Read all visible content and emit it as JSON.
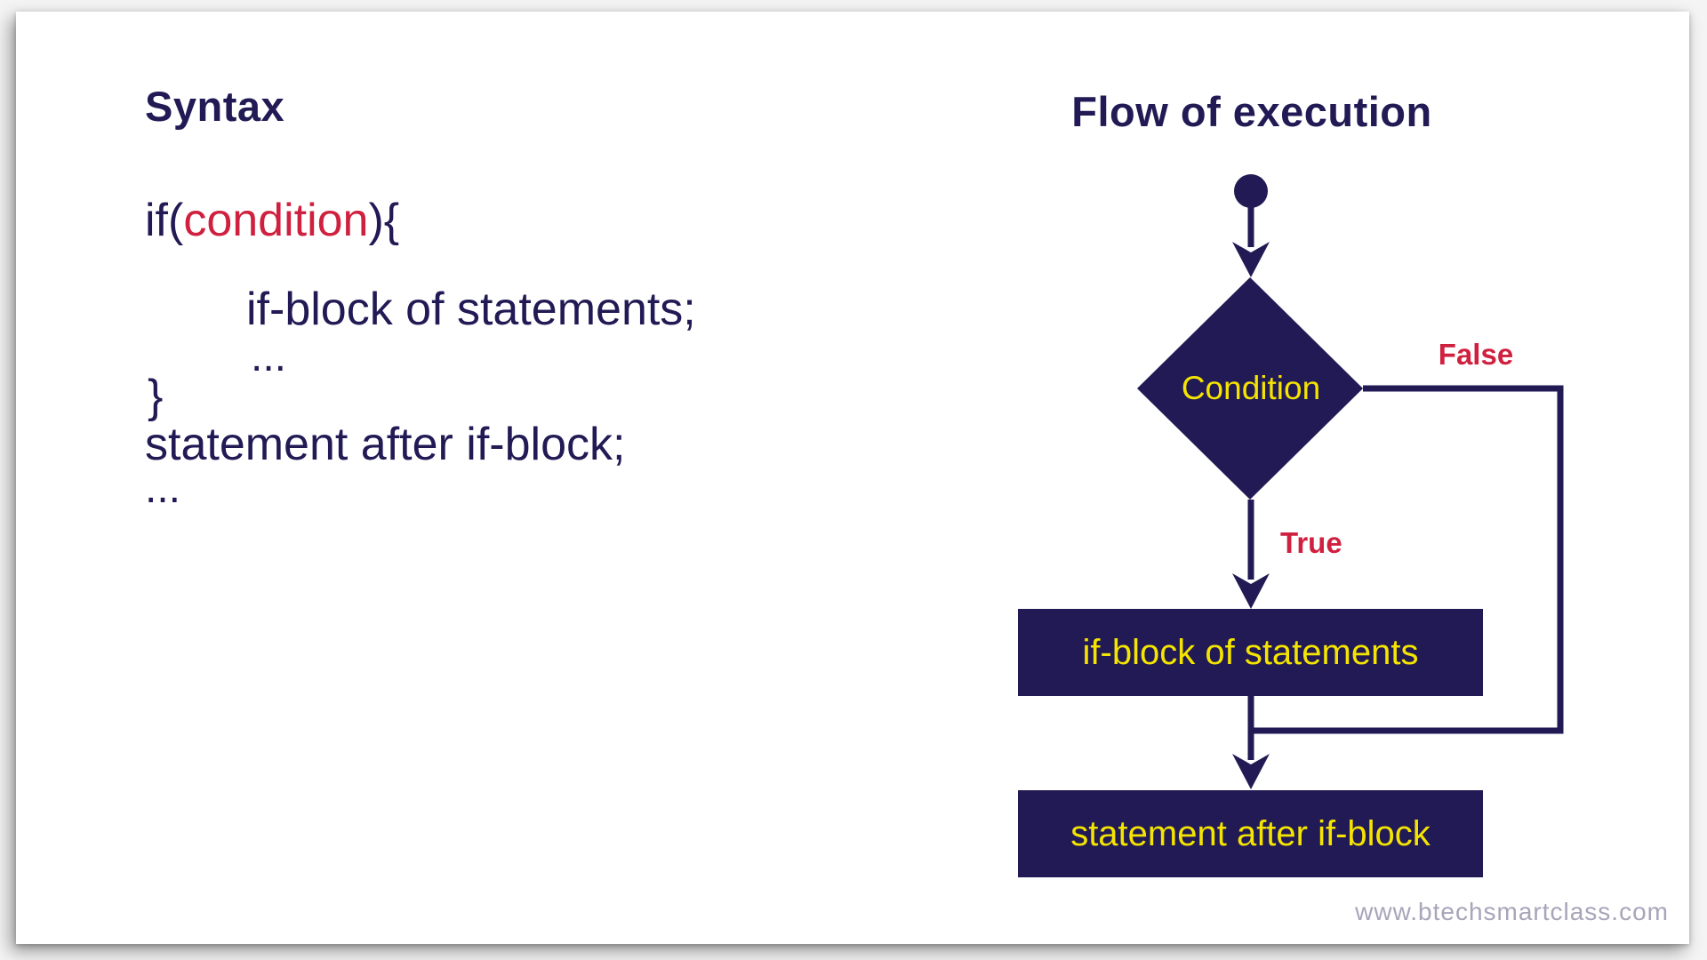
{
  "page": {
    "watermark": "www.btechsmartclass.com"
  },
  "colors": {
    "navy": "#211a54",
    "red": "#d0203f",
    "yellow": "#f5e400",
    "watermark_gray": "#a8a4ba",
    "card_bg": "#ffffff"
  },
  "syntax_panel": {
    "title": "Syntax",
    "code": {
      "line1_if": "if(",
      "line1_condition": "condition",
      "line1_close": "){",
      "line2": "if-block of statements;",
      "line3": "...",
      "line4": "}",
      "line5": "statement after if-block;",
      "line6": "..."
    }
  },
  "flow_panel": {
    "title": "Flow of execution",
    "nodes": {
      "condition": "Condition",
      "if_block": "if-block of statements",
      "after_block": "statement after if-block"
    },
    "edges": {
      "true_label": "True",
      "false_label": "False"
    }
  }
}
